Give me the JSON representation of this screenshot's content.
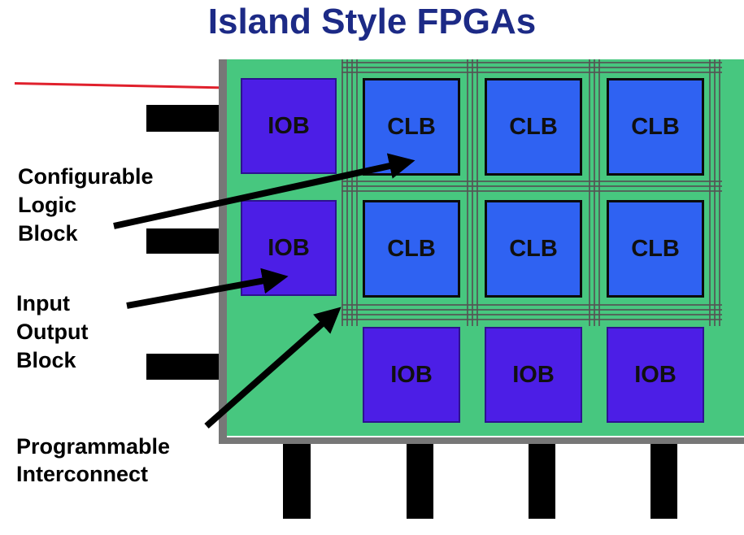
{
  "title": "Island Style FPGAs",
  "labels": {
    "clb_callout": "Configurable\nLogic\nBlock",
    "iob_callout": "Input\nOutput\nBlock",
    "interconnect_callout": "Programmable\nInterconnect"
  },
  "blocks": {
    "iob_left_top": "IOB",
    "iob_left_mid": "IOB",
    "clb_r1c1": "CLB",
    "clb_r1c2": "CLB",
    "clb_r1c3": "CLB",
    "clb_r2c1": "CLB",
    "clb_r2c2": "CLB",
    "clb_r2c3": "CLB",
    "iob_bottom_1": "IOB",
    "iob_bottom_2": "IOB",
    "iob_bottom_3": "IOB"
  },
  "colors": {
    "title": "#1c2a86",
    "chip_fill": "#47c77f",
    "iob_fill": "#4c1ee6",
    "clb_fill": "#2f62f2",
    "accent_line": "#e0202c"
  }
}
